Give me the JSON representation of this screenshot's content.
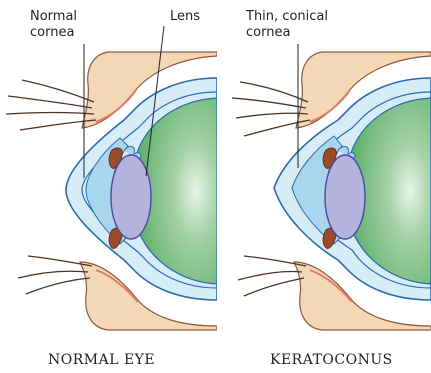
{
  "callouts": {
    "left_cornea_line1": "Normal",
    "left_cornea_line2": "cornea",
    "lens": "Lens",
    "right_cornea_line1": "Thin, conical",
    "right_cornea_line2": "cornea"
  },
  "panels": {
    "left": "NORMAL EYE",
    "right": "KERATOCONUS"
  },
  "colors": {
    "sclera_outline": "#2a6bb0",
    "cornea_fill": "#d6ecf6",
    "aqueous_fill": "#a9d6ec",
    "vitreous_green": "#5fb06a",
    "lens_fill": "#b3b3de",
    "iris_brown": "#9b4a2a",
    "skin": "#f4d7b5",
    "lash": "#4a3426"
  }
}
